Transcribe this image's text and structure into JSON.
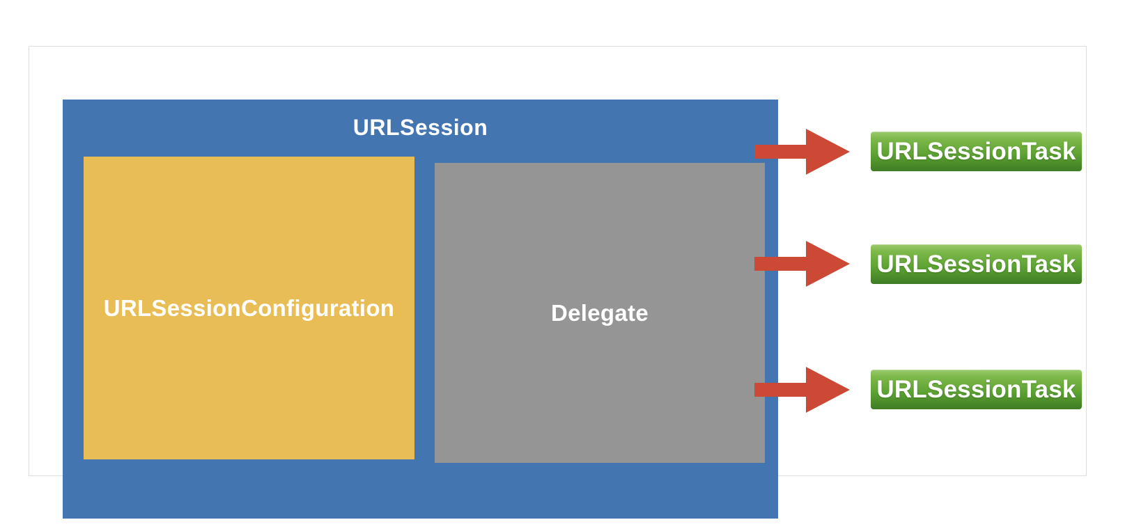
{
  "diagram": {
    "outer_frame": {
      "background": "#FFFFFF",
      "border_color": "#DEDEDE"
    },
    "session": {
      "title": "URLSession",
      "fill": "#4376B1",
      "text_color": "#FFFFFF",
      "children": [
        {
          "label": "URLSessionConfiguration",
          "fill": "#E8BD55",
          "text_color": "#FFFFFF"
        },
        {
          "label": "Delegate",
          "fill": "#959595",
          "text_color": "#FFFFFF"
        }
      ]
    },
    "arrows": {
      "count": 3,
      "color": "#CC4A35",
      "direction": "right"
    },
    "tasks": [
      {
        "label": "URLSessionTask"
      },
      {
        "label": "URLSessionTask"
      },
      {
        "label": "URLSessionTask"
      }
    ],
    "task_style": {
      "gradient_top": "#9CCB6E",
      "gradient_bottom": "#3F7C24",
      "text_color": "#FFFFFF"
    }
  }
}
